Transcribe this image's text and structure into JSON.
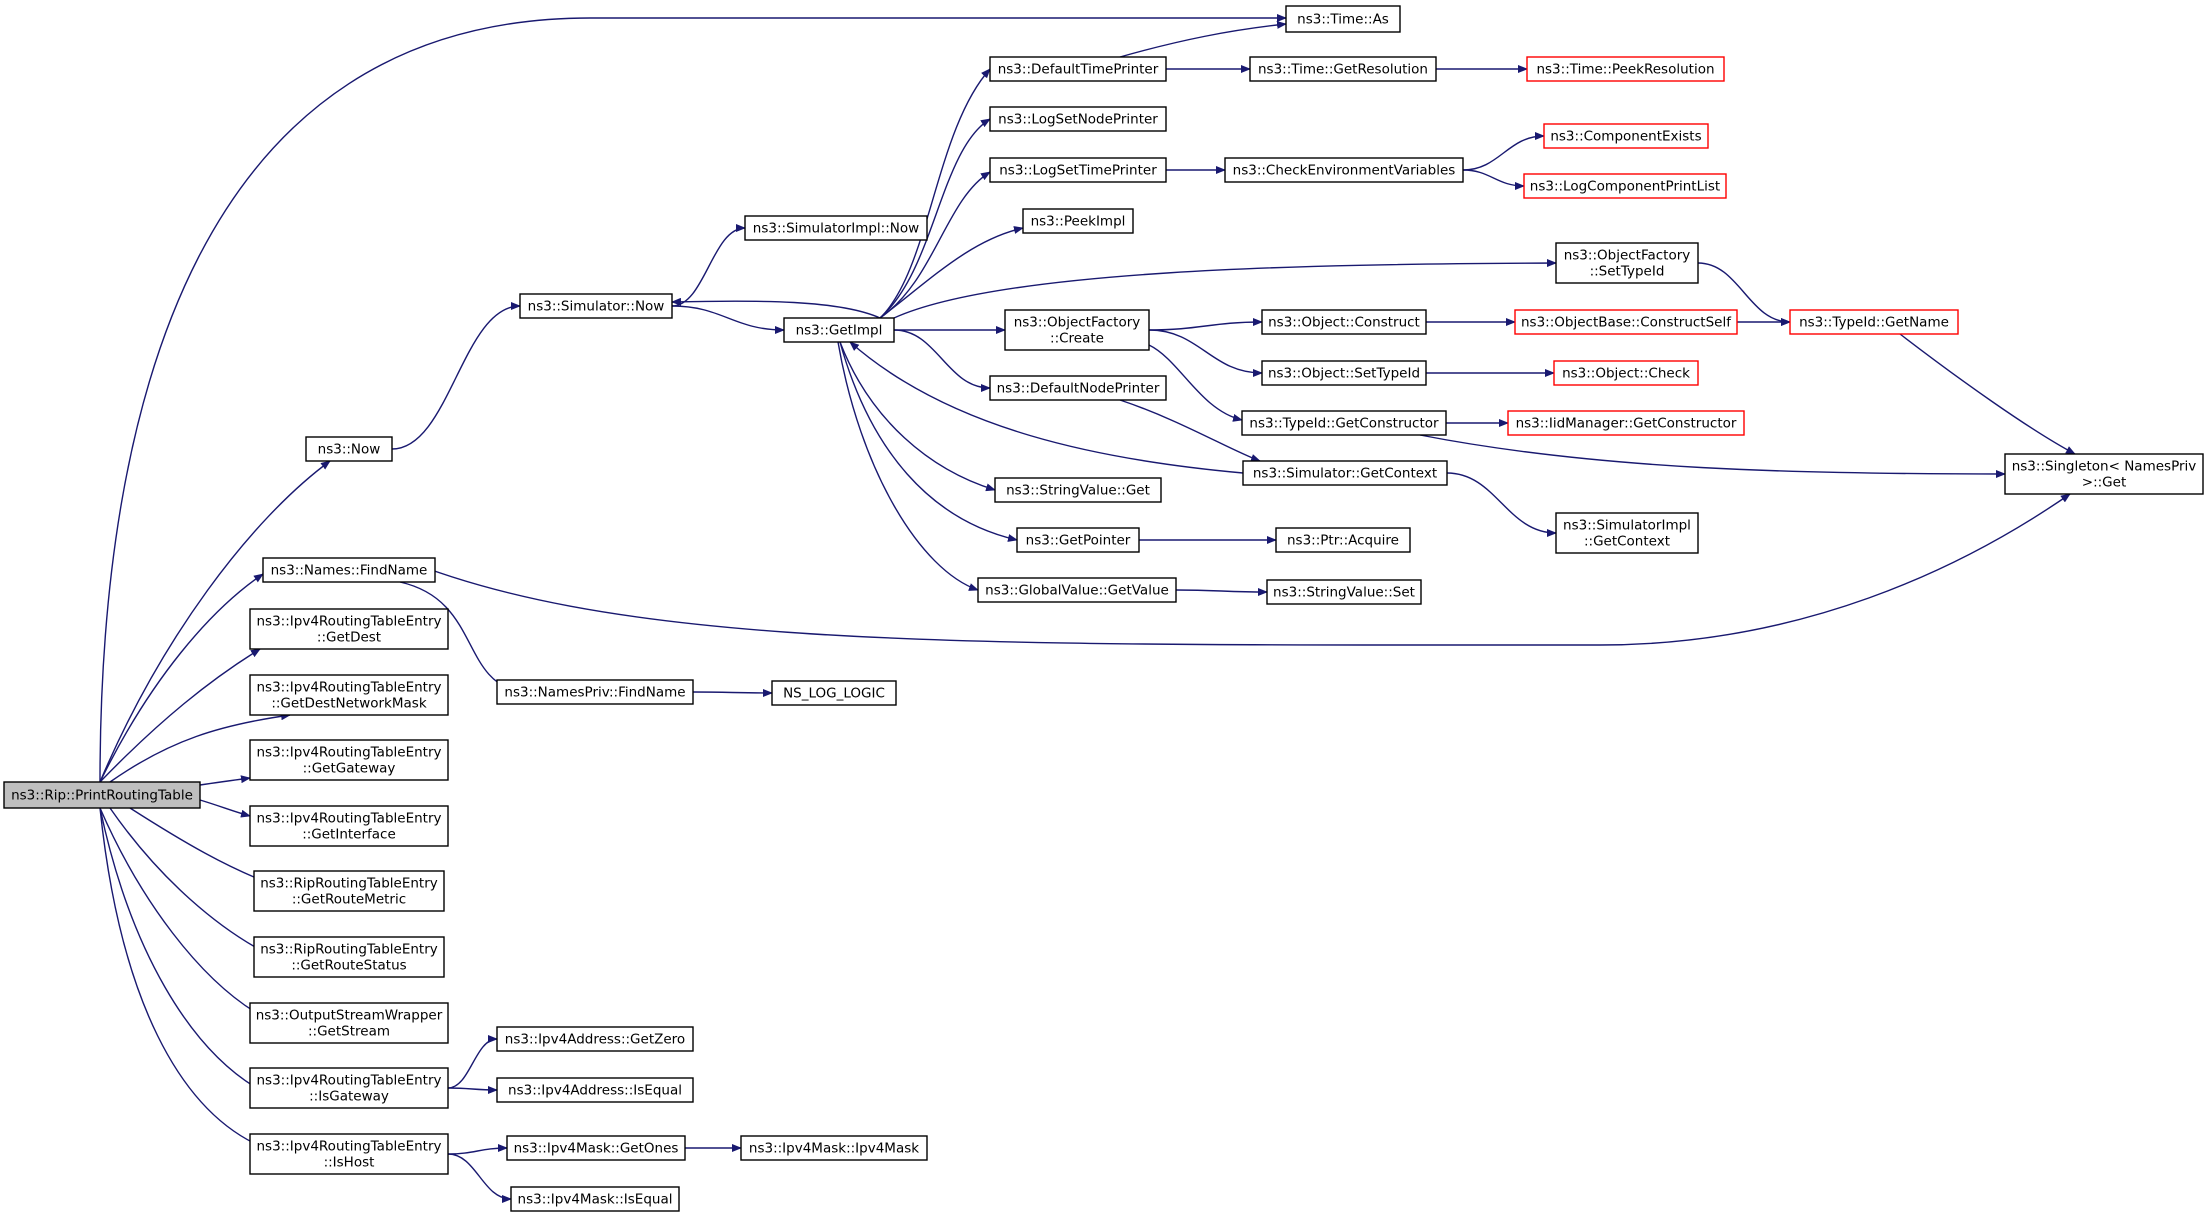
{
  "graph": {
    "edge_color": "#191970",
    "root_fill": "#bfbfbf",
    "truncated_border_color": "#ff0000",
    "nodes": [
      {
        "id": "root",
        "lines": [
          "ns3::Rip::PrintRoutingTable"
        ],
        "root": true
      },
      {
        "id": "now",
        "lines": [
          "ns3::Now"
        ]
      },
      {
        "id": "simnow",
        "lines": [
          "ns3::Simulator::Now"
        ]
      },
      {
        "id": "simimplnow",
        "lines": [
          "ns3::SimulatorImpl::Now"
        ]
      },
      {
        "id": "getimpl",
        "lines": [
          "ns3::GetImpl"
        ]
      },
      {
        "id": "timeas",
        "lines": [
          "ns3::Time::As"
        ]
      },
      {
        "id": "deftimeprinter",
        "lines": [
          "ns3::DefaultTimePrinter"
        ]
      },
      {
        "id": "timegetres",
        "lines": [
          "ns3::Time::GetResolution"
        ]
      },
      {
        "id": "timepeekres",
        "lines": [
          "ns3::Time::PeekResolution"
        ],
        "truncated": true
      },
      {
        "id": "logsetnodeprinter",
        "lines": [
          "ns3::LogSetNodePrinter"
        ]
      },
      {
        "id": "logsettimeprinter",
        "lines": [
          "ns3::LogSetTimePrinter"
        ]
      },
      {
        "id": "checkenv",
        "lines": [
          "ns3::CheckEnvironmentVariables"
        ]
      },
      {
        "id": "compexists",
        "lines": [
          "ns3::ComponentExists"
        ],
        "truncated": true
      },
      {
        "id": "logcompprint",
        "lines": [
          "ns3::LogComponentPrintList"
        ],
        "truncated": true
      },
      {
        "id": "peekimpl",
        "lines": [
          "ns3::PeekImpl"
        ]
      },
      {
        "id": "ofsettypeid",
        "lines": [
          "ns3::ObjectFactory",
          "::SetTypeId"
        ]
      },
      {
        "id": "typeidgetname",
        "lines": [
          "ns3::TypeId::GetName"
        ],
        "truncated": true
      },
      {
        "id": "ofcreate",
        "lines": [
          "ns3::ObjectFactory",
          "::Create"
        ]
      },
      {
        "id": "objconstruct",
        "lines": [
          "ns3::Object::Construct"
        ]
      },
      {
        "id": "objbaseconstructself",
        "lines": [
          "ns3::ObjectBase::ConstructSelf"
        ],
        "truncated": true
      },
      {
        "id": "objsettypeid",
        "lines": [
          "ns3::Object::SetTypeId"
        ]
      },
      {
        "id": "objcheck",
        "lines": [
          "ns3::Object::Check"
        ],
        "truncated": true
      },
      {
        "id": "defnodeprinter",
        "lines": [
          "ns3::DefaultNodePrinter"
        ]
      },
      {
        "id": "typeidgetctor",
        "lines": [
          "ns3::TypeId::GetConstructor"
        ]
      },
      {
        "id": "iidmgrgetctor",
        "lines": [
          "ns3::IidManager::GetConstructor"
        ],
        "truncated": true
      },
      {
        "id": "singleton",
        "lines": [
          "ns3::Singleton< NamesPriv",
          ">::Get"
        ]
      },
      {
        "id": "simgetcontext",
        "lines": [
          "ns3::Simulator::GetContext"
        ]
      },
      {
        "id": "simimplgetcontext",
        "lines": [
          "ns3::SimulatorImpl",
          "::GetContext"
        ]
      },
      {
        "id": "stringvalueget",
        "lines": [
          "ns3::StringValue::Get"
        ]
      },
      {
        "id": "getpointer",
        "lines": [
          "ns3::GetPointer"
        ]
      },
      {
        "id": "ptracquire",
        "lines": [
          "ns3::Ptr::Acquire"
        ]
      },
      {
        "id": "globalvaluegetvalue",
        "lines": [
          "ns3::GlobalValue::GetValue"
        ]
      },
      {
        "id": "stringvalueset",
        "lines": [
          "ns3::StringValue::Set"
        ]
      },
      {
        "id": "namesfindname",
        "lines": [
          "ns3::Names::FindName"
        ]
      },
      {
        "id": "namesprivfindname",
        "lines": [
          "ns3::NamesPriv::FindName"
        ]
      },
      {
        "id": "nsloglogic",
        "lines": [
          "NS_LOG_LOGIC"
        ]
      },
      {
        "id": "getdest",
        "lines": [
          "ns3::Ipv4RoutingTableEntry",
          "::GetDest"
        ]
      },
      {
        "id": "getdestmask",
        "lines": [
          "ns3::Ipv4RoutingTableEntry",
          "::GetDestNetworkMask"
        ]
      },
      {
        "id": "getgateway",
        "lines": [
          "ns3::Ipv4RoutingTableEntry",
          "::GetGateway"
        ]
      },
      {
        "id": "getinterface",
        "lines": [
          "ns3::Ipv4RoutingTableEntry",
          "::GetInterface"
        ]
      },
      {
        "id": "getroutemetric",
        "lines": [
          "ns3::RipRoutingTableEntry",
          "::GetRouteMetric"
        ]
      },
      {
        "id": "getroutestatus",
        "lines": [
          "ns3::RipRoutingTableEntry",
          "::GetRouteStatus"
        ]
      },
      {
        "id": "getstream",
        "lines": [
          "ns3::OutputStreamWrapper",
          "::GetStream"
        ]
      },
      {
        "id": "isgateway",
        "lines": [
          "ns3::Ipv4RoutingTableEntry",
          "::IsGateway"
        ]
      },
      {
        "id": "ipv4addrgetzero",
        "lines": [
          "ns3::Ipv4Address::GetZero"
        ]
      },
      {
        "id": "ipv4addrisequal",
        "lines": [
          "ns3::Ipv4Address::IsEqual"
        ]
      },
      {
        "id": "ishost",
        "lines": [
          "ns3::Ipv4RoutingTableEntry",
          "::IsHost"
        ]
      },
      {
        "id": "ipv4maskgetones",
        "lines": [
          "ns3::Ipv4Mask::GetOnes"
        ]
      },
      {
        "id": "ipv4maskctor",
        "lines": [
          "ns3::Ipv4Mask::Ipv4Mask"
        ]
      },
      {
        "id": "ipv4maskisequal",
        "lines": [
          "ns3::Ipv4Mask::IsEqual"
        ]
      }
    ],
    "edges": [
      [
        "root",
        "timeas"
      ],
      [
        "root",
        "now"
      ],
      [
        "root",
        "namesfindname"
      ],
      [
        "root",
        "getdest"
      ],
      [
        "root",
        "getdestmask"
      ],
      [
        "root",
        "getgateway"
      ],
      [
        "root",
        "getinterface"
      ],
      [
        "root",
        "getroutemetric"
      ],
      [
        "root",
        "getroutestatus"
      ],
      [
        "root",
        "getstream"
      ],
      [
        "root",
        "isgateway"
      ],
      [
        "root",
        "ishost"
      ],
      [
        "now",
        "simnow"
      ],
      [
        "simnow",
        "simimplnow"
      ],
      [
        "simnow",
        "getimpl"
      ],
      [
        "getimpl",
        "deftimeprinter"
      ],
      [
        "getimpl",
        "logsetnodeprinter"
      ],
      [
        "getimpl",
        "logsettimeprinter"
      ],
      [
        "getimpl",
        "peekimpl"
      ],
      [
        "getimpl",
        "simnow"
      ],
      [
        "getimpl",
        "ofsettypeid"
      ],
      [
        "getimpl",
        "ofcreate"
      ],
      [
        "getimpl",
        "defnodeprinter"
      ],
      [
        "getimpl",
        "stringvalueget"
      ],
      [
        "getimpl",
        "getpointer"
      ],
      [
        "getimpl",
        "globalvaluegetvalue"
      ],
      [
        "deftimeprinter",
        "timeas"
      ],
      [
        "deftimeprinter",
        "timegetres"
      ],
      [
        "timegetres",
        "timepeekres"
      ],
      [
        "logsettimeprinter",
        "checkenv"
      ],
      [
        "checkenv",
        "compexists"
      ],
      [
        "checkenv",
        "logcompprint"
      ],
      [
        "ofsettypeid",
        "typeidgetname"
      ],
      [
        "typeidgetname",
        "singleton"
      ],
      [
        "ofcreate",
        "objconstruct"
      ],
      [
        "ofcreate",
        "objsettypeid"
      ],
      [
        "ofcreate",
        "typeidgetctor"
      ],
      [
        "objconstruct",
        "objbaseconstructself"
      ],
      [
        "objbaseconstructself",
        "typeidgetname"
      ],
      [
        "objsettypeid",
        "objcheck"
      ],
      [
        "typeidgetctor",
        "iidmgrgetctor"
      ],
      [
        "typeidgetctor",
        "singleton"
      ],
      [
        "defnodeprinter",
        "simgetcontext"
      ],
      [
        "simgetcontext",
        "getimpl"
      ],
      [
        "simgetcontext",
        "simimplgetcontext"
      ],
      [
        "getpointer",
        "ptracquire"
      ],
      [
        "globalvaluegetvalue",
        "stringvalueset"
      ],
      [
        "namesfindname",
        "namesprivfindname"
      ],
      [
        "namesfindname",
        "singleton"
      ],
      [
        "namesprivfindname",
        "nsloglogic"
      ],
      [
        "isgateway",
        "ipv4addrgetzero"
      ],
      [
        "isgateway",
        "ipv4addrisequal"
      ],
      [
        "ishost",
        "ipv4maskgetones"
      ],
      [
        "ishost",
        "ipv4maskisequal"
      ],
      [
        "ipv4maskgetones",
        "ipv4maskctor"
      ]
    ]
  }
}
